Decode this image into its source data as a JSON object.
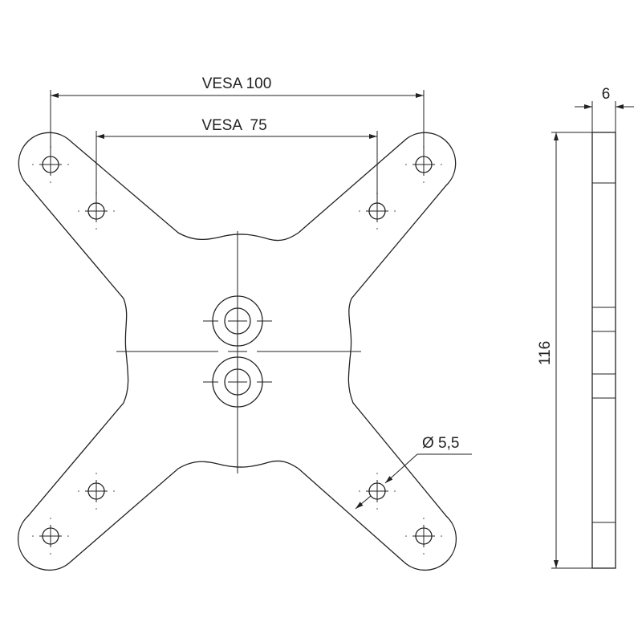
{
  "drawing": {
    "title": "VESA adapter plate",
    "dimensions": {
      "vesa_outer": "VESA 100",
      "vesa_inner": "VESA  75",
      "hole_diameter": "Ø 5,5",
      "thickness": "6",
      "height": "116"
    },
    "line_color": "#222222",
    "background": "#ffffff"
  }
}
